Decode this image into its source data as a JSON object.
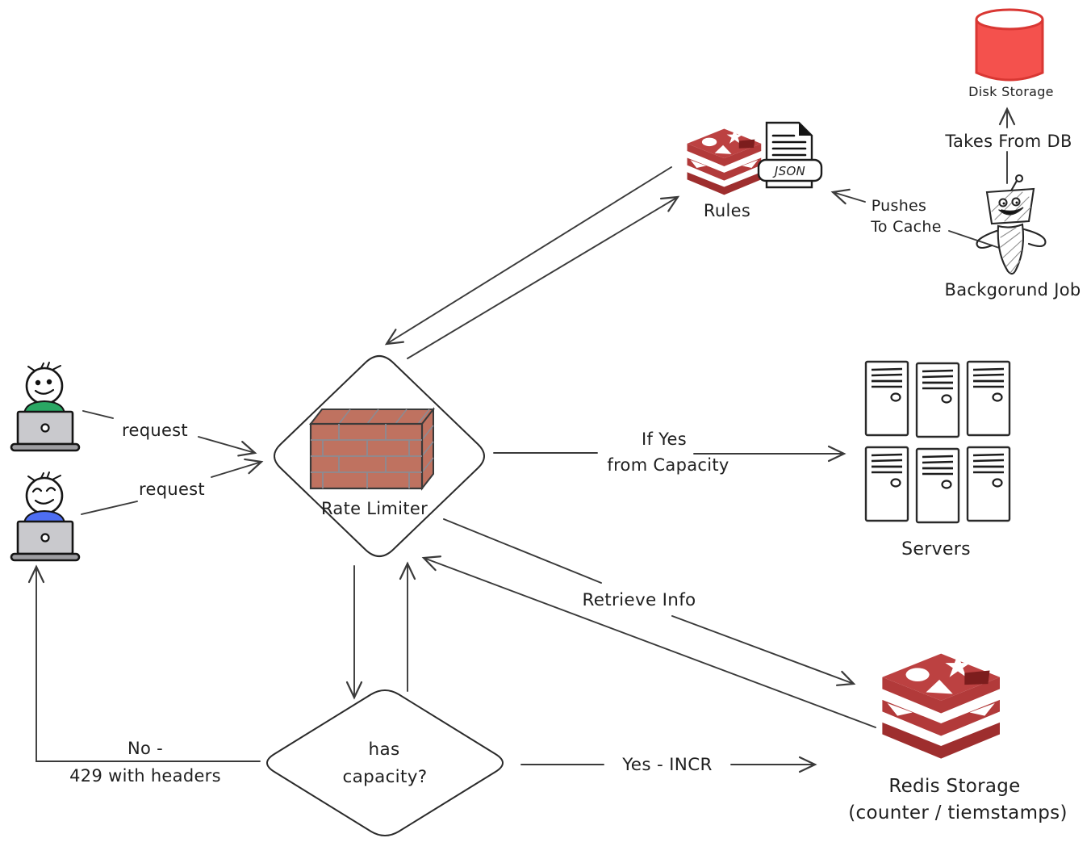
{
  "canvas": {
    "background": "#ffffff",
    "ink": "#1f1f1f",
    "line": "#3a3a3a"
  },
  "colors": {
    "disk_red": "#f4514d",
    "disk_red_stroke": "#d93733",
    "redis_red": "#b23a3a",
    "redis_red_dark": "#9e2e2e",
    "redis_red_top": "#bc4141",
    "redis_hole": "#7c1d1d",
    "brick": "#bf7260",
    "brick_mortar": "#8b8b93",
    "shirt_green": "#2aa864",
    "shirt_blue": "#4e6ef2",
    "laptop_gray": "#c9c9cd",
    "laptop_base": "#9d9da1"
  },
  "nodes": {
    "disk_storage": {
      "label": "Disk Storage"
    },
    "background_job": {
      "label": "Backgorund Job"
    },
    "rules": {
      "label": "Rules",
      "badge": "JSON"
    },
    "rate_limiter": {
      "label": "Rate Limiter"
    },
    "servers": {
      "label": "Servers"
    },
    "redis_storage": {
      "line1": "Redis Storage",
      "line2": "(counter / tiemstamps)"
    },
    "has_capacity": {
      "line1": "has",
      "line2": "capacity?"
    }
  },
  "edges": {
    "takes_from_db": {
      "label": "Takes From DB"
    },
    "pushes_to_cache": {
      "line1": "Pushes",
      "line2": "To Cache"
    },
    "request_top": {
      "label": "request"
    },
    "request_bottom": {
      "label": "request"
    },
    "if_yes": {
      "line1": "If Yes",
      "line2": "from Capacity"
    },
    "retrieve_info": {
      "label": "Retrieve Info"
    },
    "yes_incr": {
      "label": "Yes - INCR"
    },
    "no_429": {
      "line1": "No -",
      "line2": "429 with headers"
    }
  }
}
